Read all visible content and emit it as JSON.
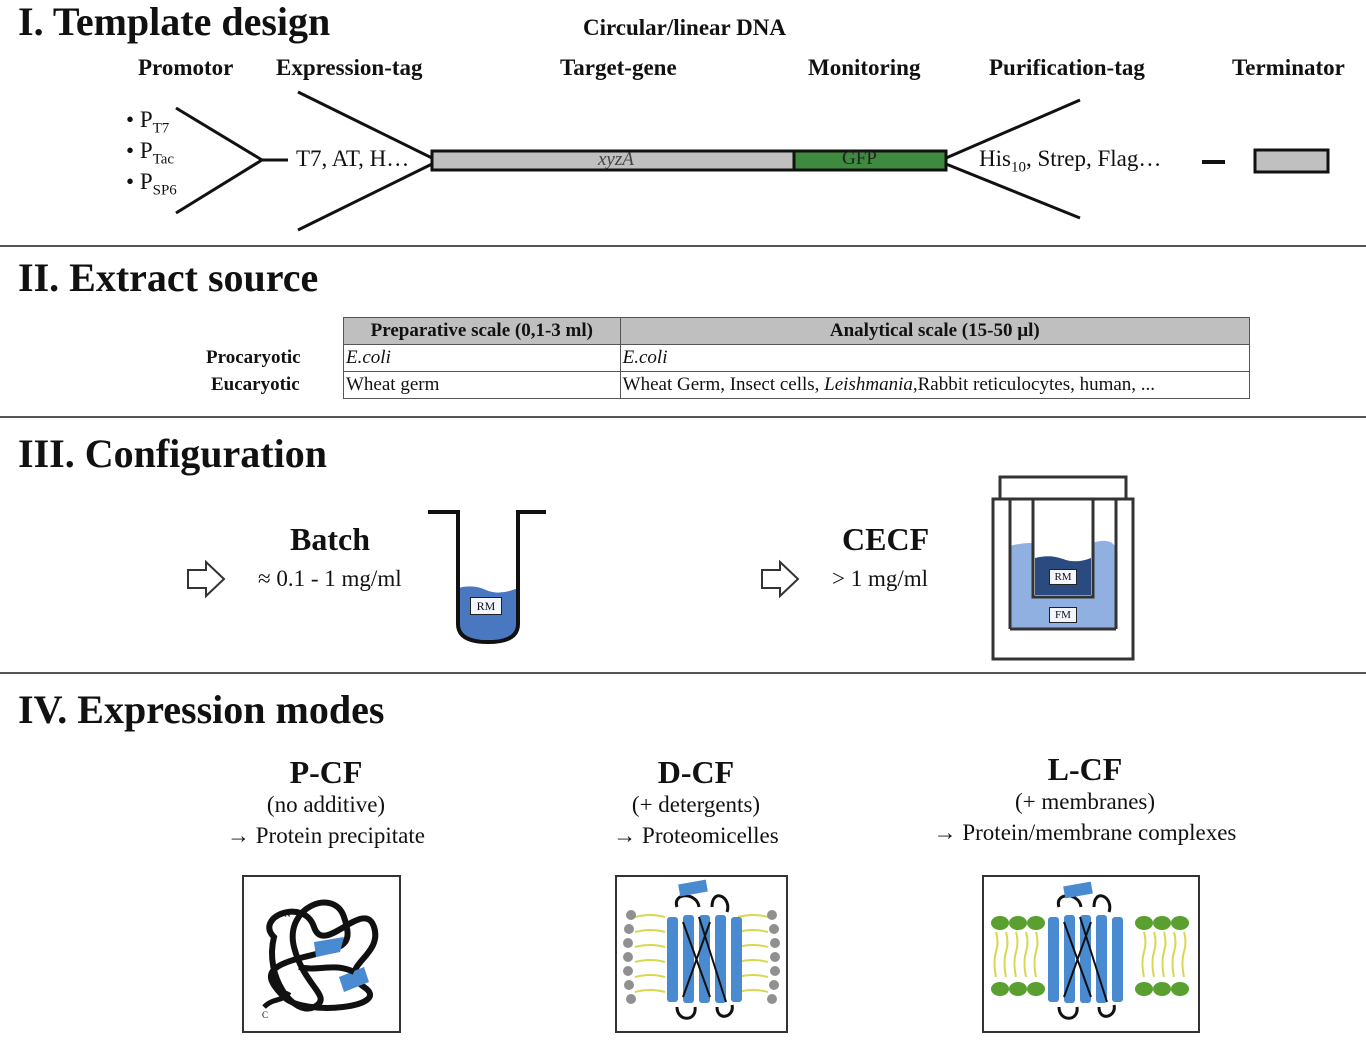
{
  "sections": {
    "s1": "I. Template design",
    "s2": "II. Extract source",
    "s3": "III. Configuration",
    "s4": "IV. Expression modes"
  },
  "template": {
    "dna_label": "Circular/linear  DNA",
    "headers": {
      "promotor": "Promotor",
      "expression_tag": "Expression-tag",
      "target_gene": "Target-gene",
      "monitoring": "Monitoring",
      "purification_tag": "Purification-tag",
      "terminator": "Terminator"
    },
    "promoters": [
      {
        "bullet": "•",
        "base": "P",
        "sub": "T7"
      },
      {
        "bullet": "•",
        "base": "P",
        "sub": "Tac"
      },
      {
        "bullet": "•",
        "base": "P",
        "sub": "SP6"
      }
    ],
    "expression_tags": "T7, AT, H…",
    "gene": "xyzA",
    "gfp": "GFP",
    "purif_his": "His",
    "purif_his_sub": "10",
    "purif_rest": ", Strep, Flag…",
    "colors": {
      "gene_bar": "#c0c0c0",
      "gfp_bar": "#3e8a3e"
    }
  },
  "extract": {
    "headers": [
      "Preparative scale (0,1-3 ml)",
      "Analytical scale (15-50 µl)"
    ],
    "rows": [
      {
        "label": "Procaryotic",
        "prep": "E.coli",
        "anal": "E.coli"
      },
      {
        "label": "Eucaryotic",
        "prep": "Wheat germ",
        "anal_a": "Wheat Germ, Insect cells, ",
        "anal_i": "Leishmania",
        "anal_b": ",Rabbit reticulocytes, human, ..."
      }
    ]
  },
  "configuration": {
    "batch": {
      "title": "Batch",
      "value": "≈ 0.1 - 1 mg/ml",
      "rm": "RM"
    },
    "cecf": {
      "title": "CECF",
      "value": "> 1 mg/ml",
      "rm": "RM",
      "fm": "FM"
    },
    "arrow_icon": "hollow-right-arrow",
    "colors": {
      "medium": "#4a78c0",
      "medium_light": "#8fb0e0",
      "reaction": "#2a4a80"
    }
  },
  "modes": [
    {
      "title": "P-CF",
      "sub1": "(no additive)",
      "sub2": "→ Protein  precipitate"
    },
    {
      "title": "D-CF",
      "sub1": "(+ detergents)",
      "sub2": "→ Proteomicelles"
    },
    {
      "title": "L-CF",
      "sub1": "(+ membranes)",
      "sub2": "→ Protein/membrane  complexes"
    }
  ],
  "mode_labels": {
    "n_term": "N",
    "c_term": "C"
  },
  "mode_colors": {
    "helix": "#4a8ad0",
    "lipid_tail": "#e8e860",
    "detergent_head": "#909090",
    "lipid_head": "#5aa030"
  }
}
